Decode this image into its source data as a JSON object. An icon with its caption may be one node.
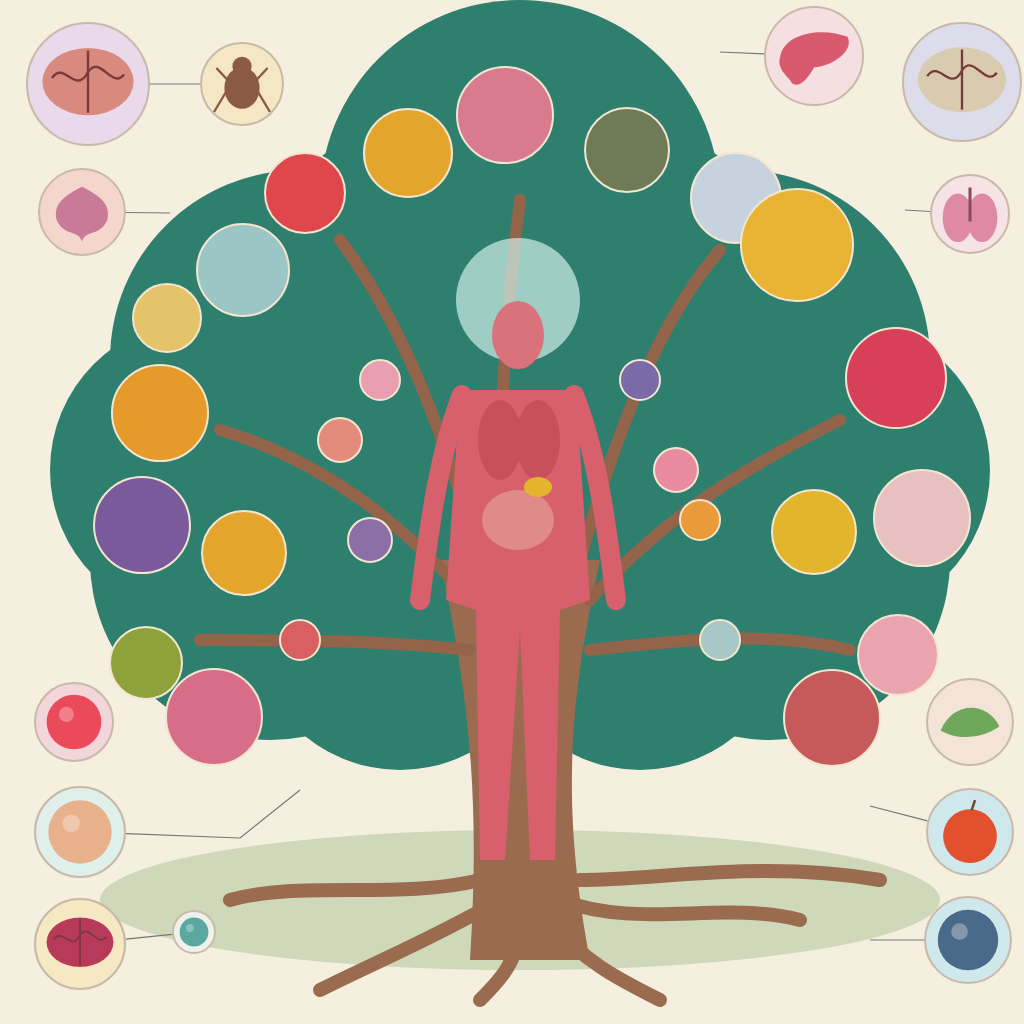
{
  "diagram": {
    "nodes": [
      {
        "text": [],
        "shape": "picture"
      },
      {
        "text": [],
        "shape": "picture"
      },
      {
        "text": [],
        "shape": "picture"
      },
      {
        "text": [],
        "shape": "picture"
      },
      {
        "text": [],
        "shape": "picture"
      },
      {
        "text": [],
        "shape": "picture"
      },
      {
        "text": [],
        "shape": "picture"
      },
      {
        "text": [],
        "shape": "picture"
      },
      {
        "text": [],
        "shape": "picture"
      },
      {
        "text": [],
        "shape": "picture"
      },
      {
        "text": [],
        "shape": "picture"
      },
      {
        "text": [],
        "shape": "picture"
      },
      {
        "text": [],
        "shape": "picture"
      }
    ],
    "edges": [
      {
        "from": 0,
        "to": 1,
        "arrow": "none"
      },
      {
        "from": 2,
        "to": null,
        "arrow": "none"
      },
      {
        "from": 3,
        "to": null,
        "arrow": "none"
      },
      {
        "from": 5,
        "to": null,
        "arrow": "none"
      },
      {
        "from": 7,
        "to": null,
        "arrow": "none"
      },
      {
        "from": 8,
        "to": 9,
        "arrow": "none"
      },
      {
        "from": 10,
        "to": null,
        "arrow": "none"
      },
      {
        "from": 11,
        "to": null,
        "arrow": "none"
      }
    ]
  }
}
